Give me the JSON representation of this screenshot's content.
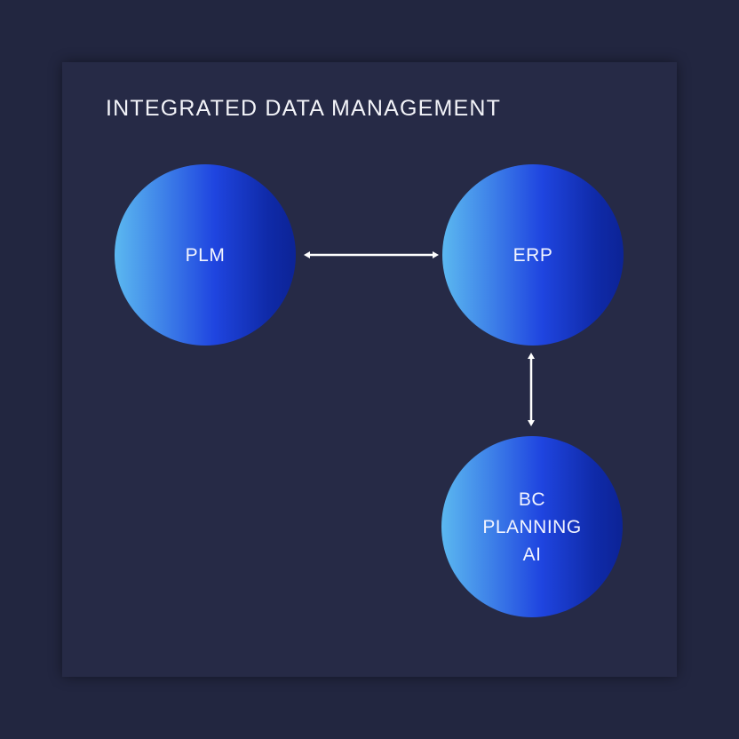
{
  "title": "INTEGRATED DATA MANAGEMENT",
  "nodes": {
    "plm": {
      "lines": [
        "PLM"
      ]
    },
    "erp": {
      "lines": [
        "ERP"
      ]
    },
    "bc": {
      "lines": [
        "BC",
        "PLANNING",
        "AI"
      ]
    }
  },
  "connections": [
    {
      "from": "PLM",
      "to": "ERP",
      "direction": "bidirectional"
    },
    {
      "from": "ERP",
      "to": "BC PLANNING AI",
      "direction": "bidirectional"
    }
  ],
  "colors": {
    "background": "#222640",
    "panel": "#262a46",
    "node_light": "#5bb8f0",
    "node_dark": "#0c2396",
    "text": "#f2f3f8"
  }
}
